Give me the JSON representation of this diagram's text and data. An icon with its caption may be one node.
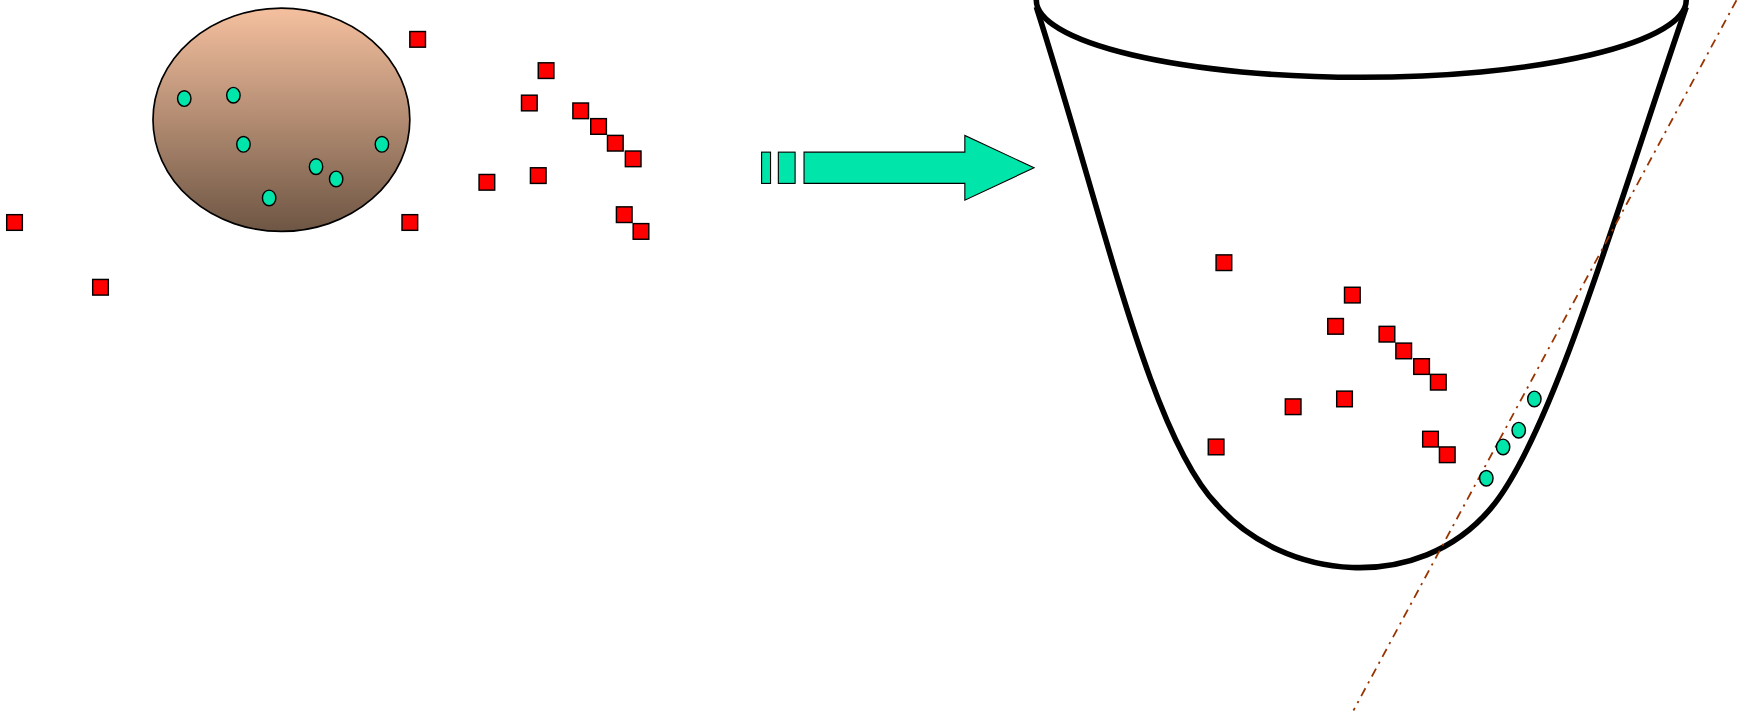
{
  "diagram": {
    "nodes": [
      {
        "text": [],
        "shape": "ellipse"
      },
      {
        "text": [],
        "shape": "bowl"
      }
    ],
    "edges": [
      {
        "from": null,
        "to": 1,
        "arrow": "to",
        "style": "thick",
        "color": "#00e5aa"
      }
    ]
  }
}
